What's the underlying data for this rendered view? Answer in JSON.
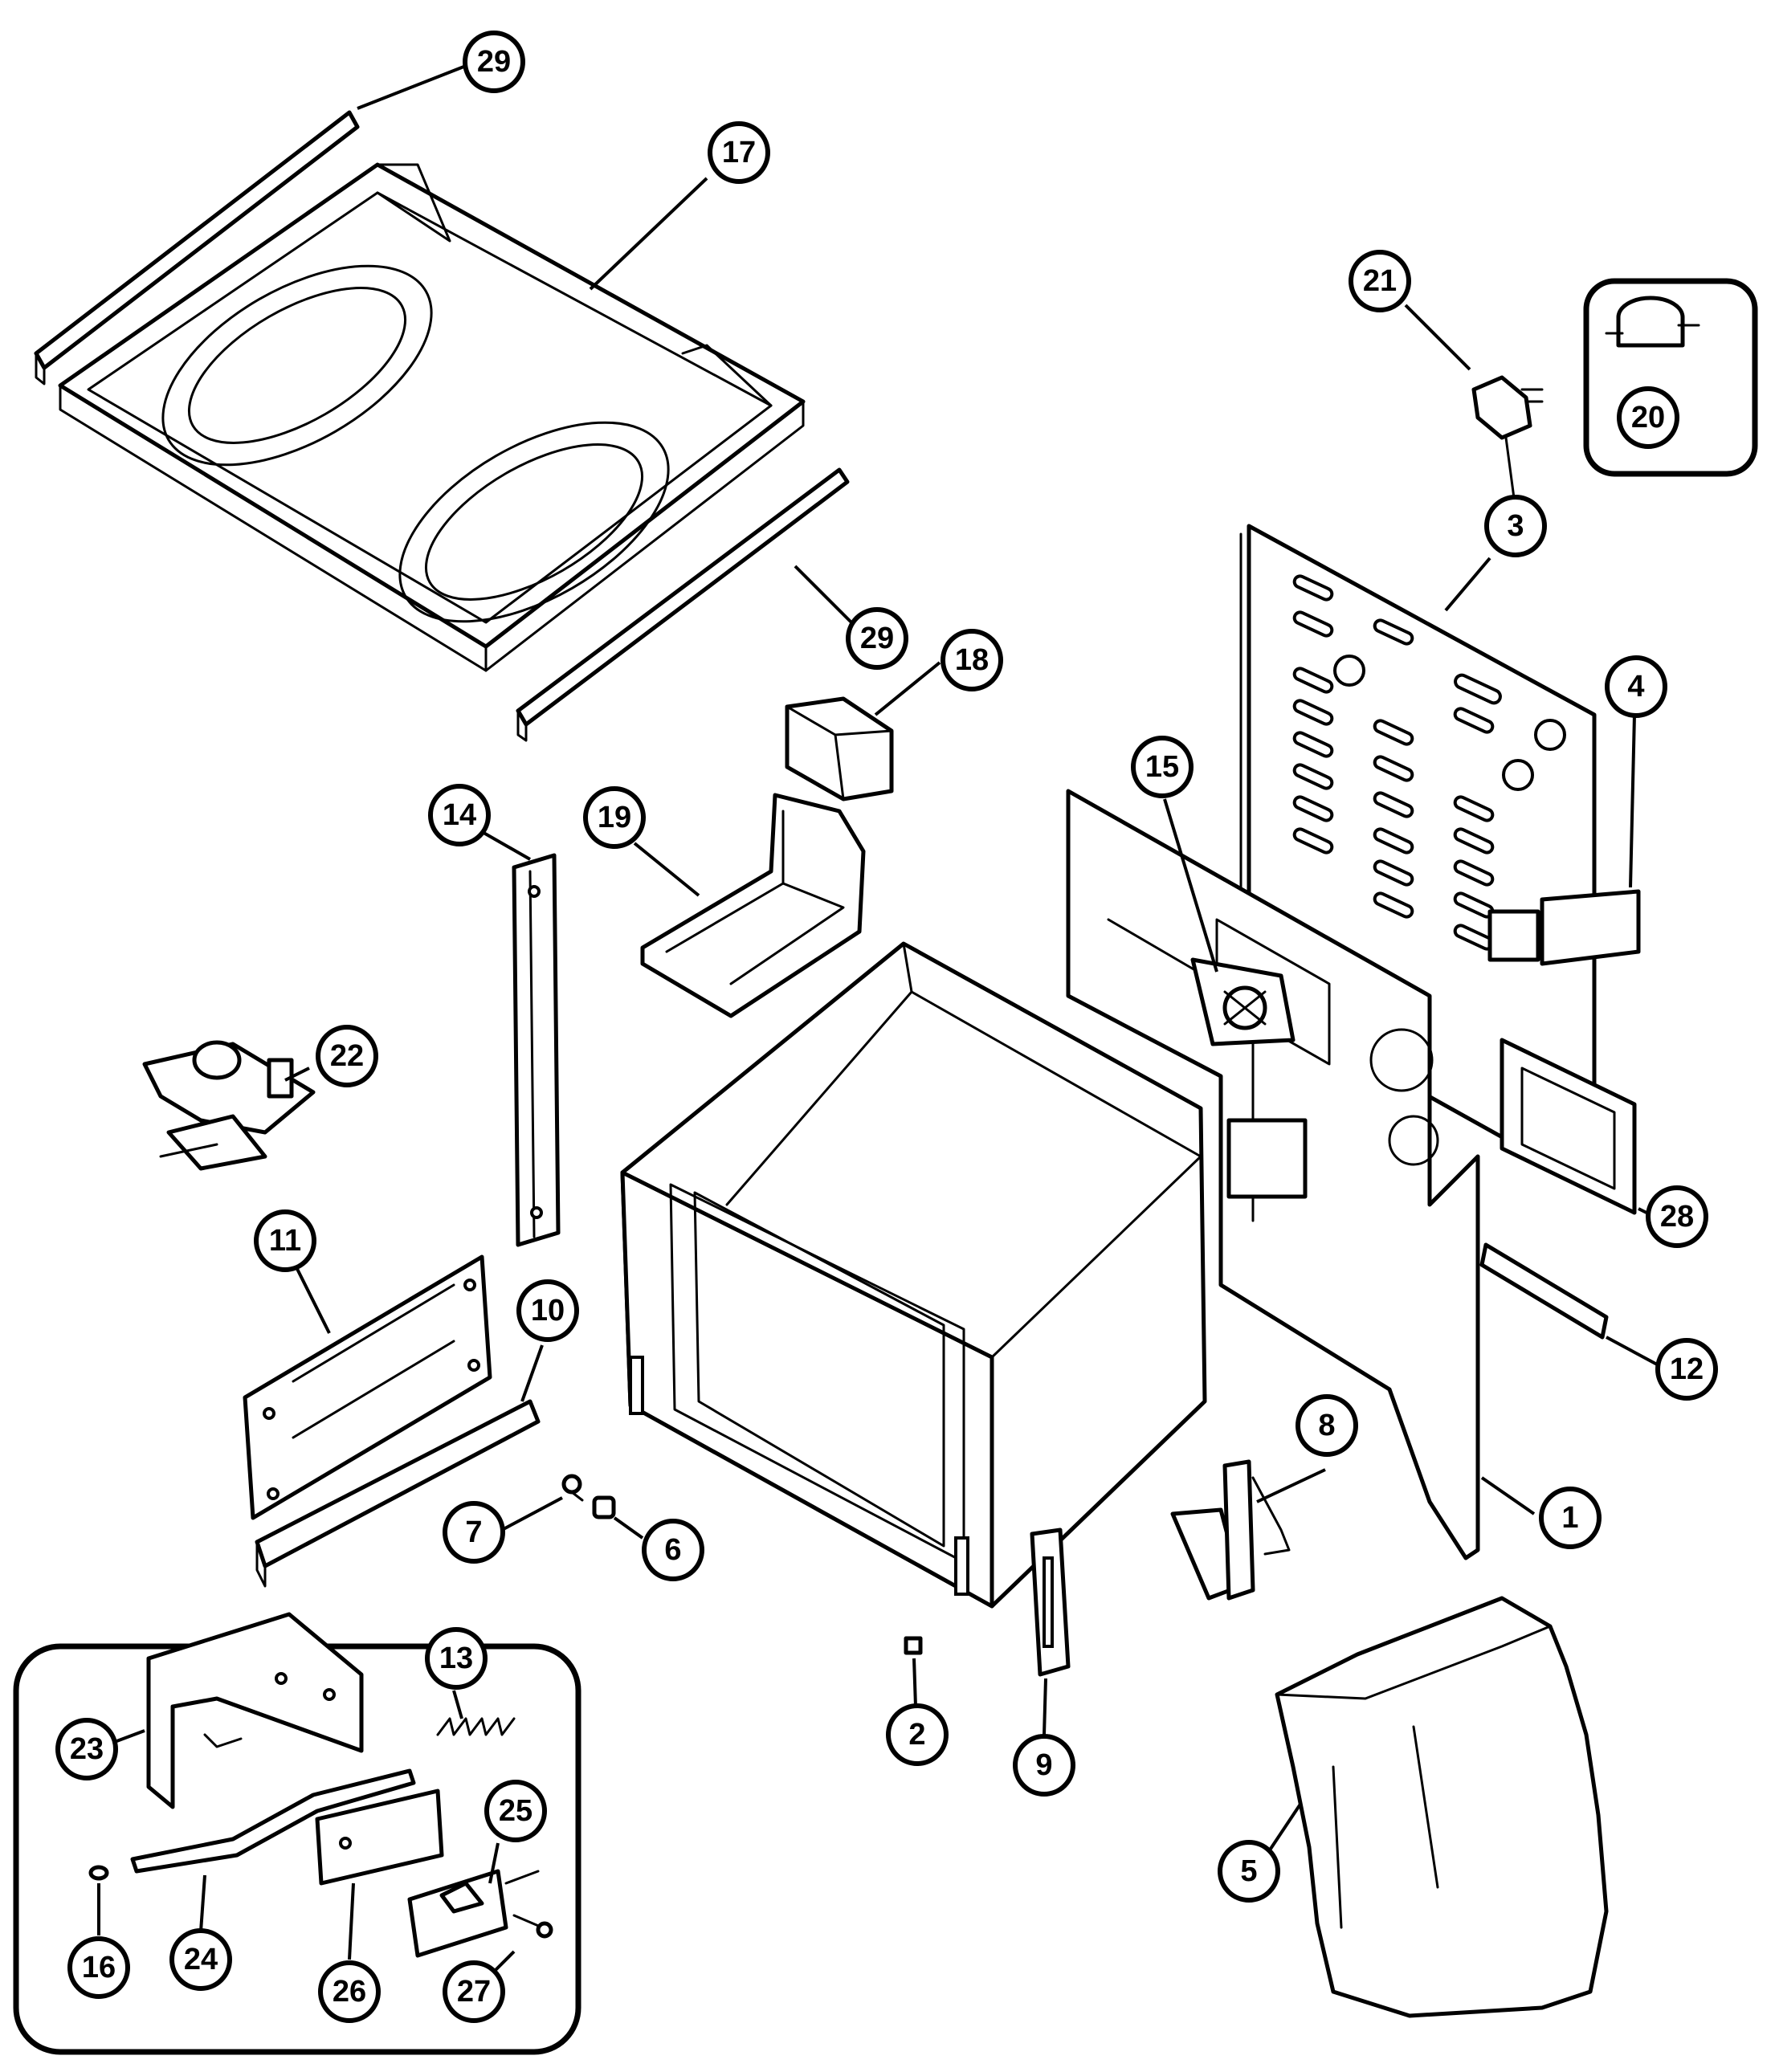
{
  "diagram": {
    "callouts": [
      {
        "id": "c29a",
        "label": "29"
      },
      {
        "id": "c17",
        "label": "17"
      },
      {
        "id": "c29b",
        "label": "29"
      },
      {
        "id": "c18",
        "label": "18"
      },
      {
        "id": "c19",
        "label": "19"
      },
      {
        "id": "c14",
        "label": "14"
      },
      {
        "id": "c22",
        "label": "22"
      },
      {
        "id": "c11",
        "label": "11"
      },
      {
        "id": "c10",
        "label": "10"
      },
      {
        "id": "c7",
        "label": "7"
      },
      {
        "id": "c6",
        "label": "6"
      },
      {
        "id": "c2",
        "label": "2"
      },
      {
        "id": "c9",
        "label": "9"
      },
      {
        "id": "c21",
        "label": "21"
      },
      {
        "id": "c20",
        "label": "20"
      },
      {
        "id": "c3",
        "label": "3"
      },
      {
        "id": "c4",
        "label": "4"
      },
      {
        "id": "c15",
        "label": "15"
      },
      {
        "id": "c28",
        "label": "28"
      },
      {
        "id": "c12",
        "label": "12"
      },
      {
        "id": "c8",
        "label": "8"
      },
      {
        "id": "c1",
        "label": "1"
      },
      {
        "id": "c5",
        "label": "5"
      },
      {
        "id": "c13",
        "label": "13"
      },
      {
        "id": "c23",
        "label": "23"
      },
      {
        "id": "c25",
        "label": "25"
      },
      {
        "id": "c24",
        "label": "24"
      },
      {
        "id": "c16",
        "label": "16"
      },
      {
        "id": "c26",
        "label": "26"
      },
      {
        "id": "c27",
        "label": "27"
      }
    ]
  }
}
